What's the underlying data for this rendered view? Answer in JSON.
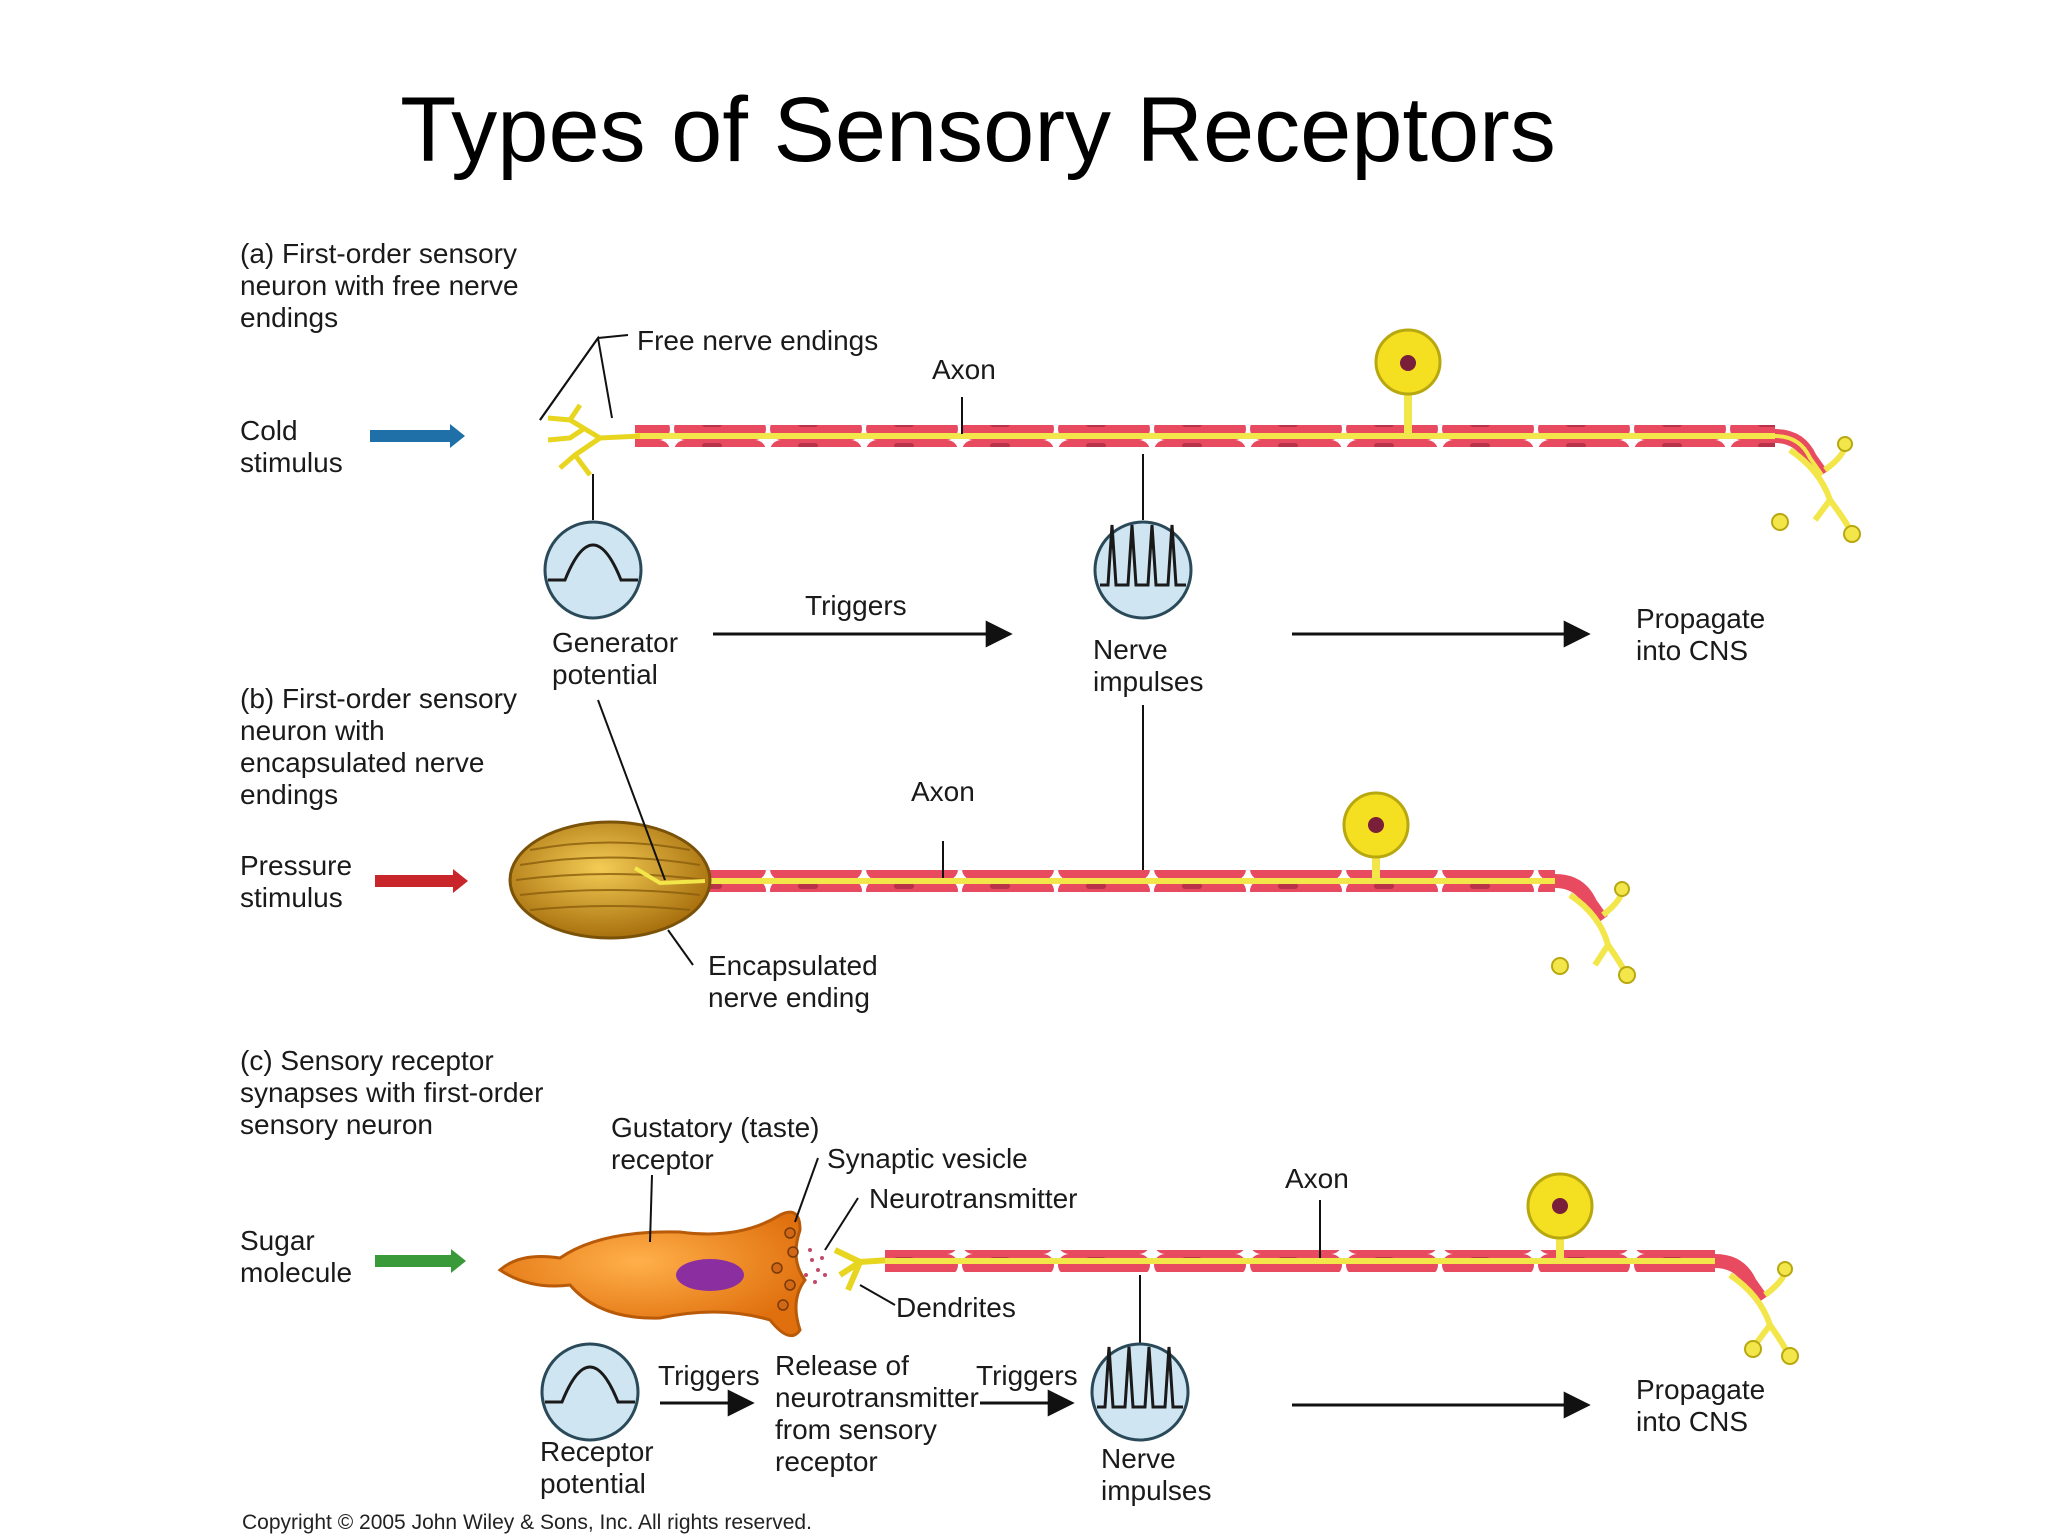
{
  "title": "Types of Sensory Receptors",
  "panels": {
    "a": {
      "heading": "(a) First-order sensory\n      neuron with free nerve\n      endings",
      "stimulus": "Cold\nstimulus",
      "free_nerve_endings": "Free nerve endings",
      "axon": "Axon",
      "triggers": "Triggers",
      "generator_potential": "Generator\npotential",
      "nerve_impulses": "Nerve\nimpulses",
      "propagate": "Propagate\ninto CNS"
    },
    "b": {
      "heading": "(b) First-order sensory\n      neuron with\n      encapsulated nerve\n      endings",
      "stimulus": "Pressure\nstimulus",
      "axon": "Axon",
      "encapsulated_ending": "Encapsulated\nnerve ending"
    },
    "c": {
      "heading": "(c) Sensory receptor\n      synapses with first-order\n      sensory neuron",
      "stimulus": "Sugar\nmolecule",
      "gustatory_receptor": "Gustatory (taste)\nreceptor",
      "synaptic_vesicle": "Synaptic vesicle",
      "neurotransmitter": "Neurotransmitter",
      "axon": "Axon",
      "dendrites": "Dendrites",
      "triggers_1": "Triggers",
      "release": "Release of\nneurotransmitter\nfrom sensory\nreceptor",
      "triggers_2": "Triggers",
      "receptor_potential": "Receptor\npotential",
      "nerve_impulses": "Nerve\nimpulses",
      "propagate": "Propagate\ninto CNS"
    }
  },
  "copyright": "Copyright © 2005 John Wiley & Sons, Inc.  All rights reserved.",
  "colors": {
    "cold_arrow": "#1f6fa8",
    "pressure_arrow": "#c8262a",
    "sugar_arrow": "#3a9a3a",
    "axon_sheath": "#e84a5f",
    "axon_core": "#f2e64a",
    "cell_body": "#f4e020",
    "nucleus": "#7a1f3a",
    "inset_circle": "#cfe6f2",
    "capsule": "#c9961c",
    "taste_cell": "#f08a1c",
    "taste_nucleus": "#8a2ea0"
  }
}
